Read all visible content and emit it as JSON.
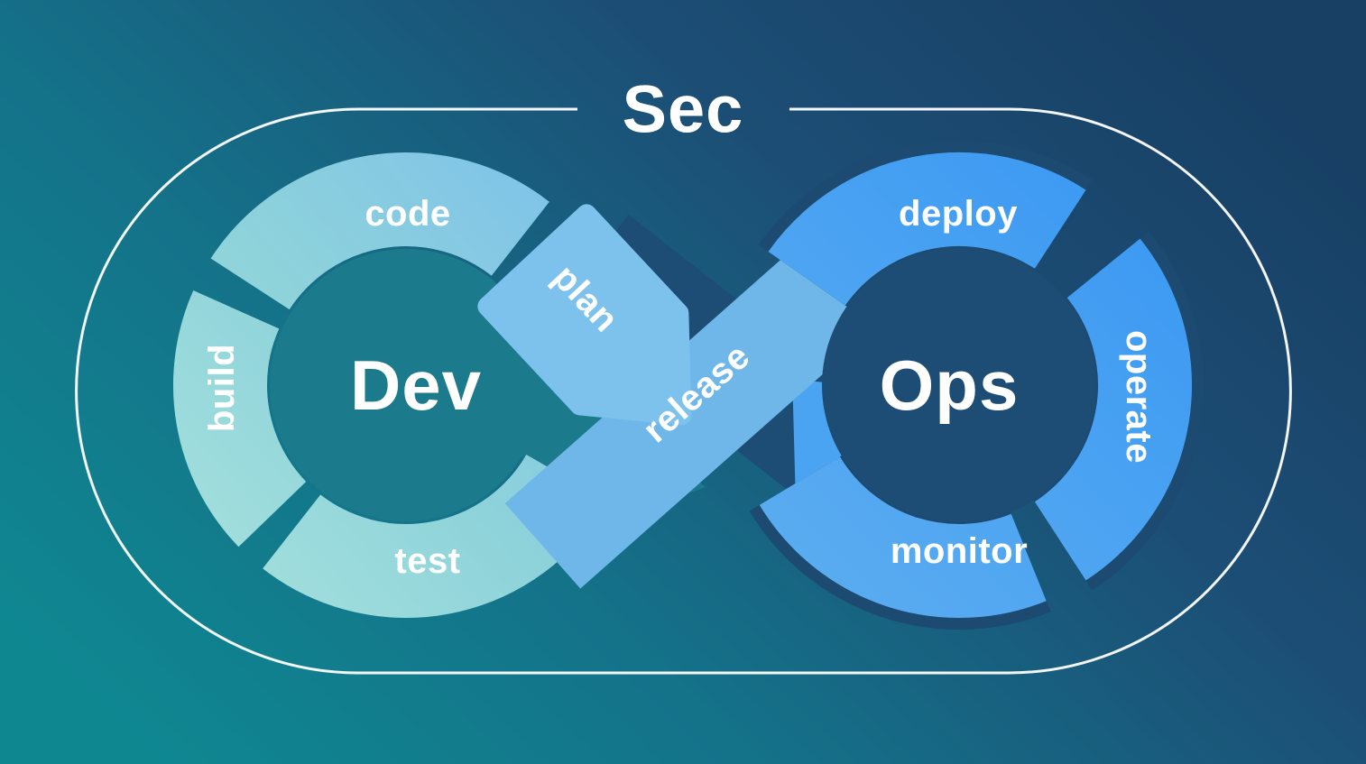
{
  "title": {
    "sec": "Sec"
  },
  "dev_loop": {
    "center": "Dev",
    "stages": {
      "code": "code",
      "plan": "plan",
      "build": "build",
      "test": "test"
    }
  },
  "ops_loop": {
    "center": "Ops",
    "stages": {
      "deploy": "deploy",
      "operate": "operate",
      "monitor": "monitor"
    }
  },
  "bridge": {
    "release": "release"
  },
  "colors": {
    "background_teal": "#0f8590",
    "background_navy": "#183f64",
    "dev_ring_teal": "#9edcda",
    "dev_ring_blue": "#7dc0ec",
    "dev_center": "#1b7a8c",
    "ops_ring_blue": "#3f9df3",
    "ops_center": "#1d4d74",
    "release_band": "#6fb6e9",
    "plan_tag": "#7cc2ec",
    "monitor_tag": "#4aa4f1",
    "cross_band": "#1d4d74",
    "outline_white": "#ffffff",
    "label_text": "#ffffff"
  }
}
